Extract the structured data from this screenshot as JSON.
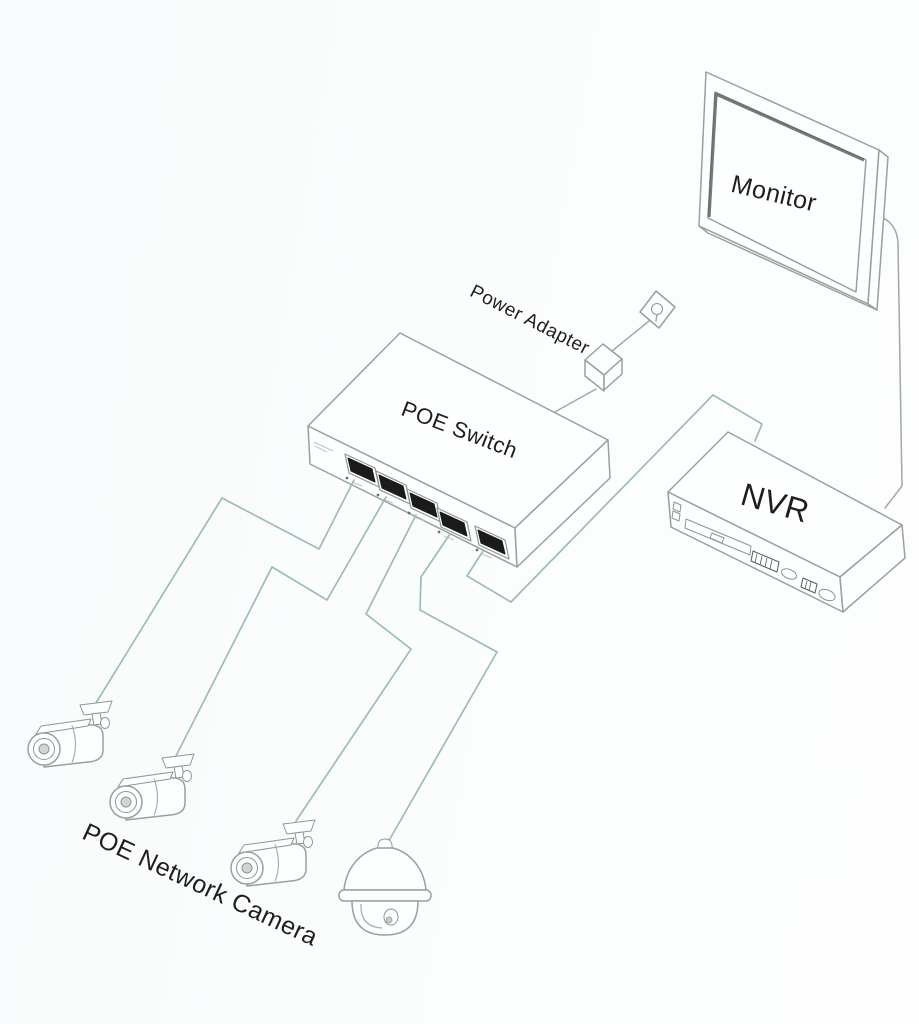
{
  "diagram": {
    "labels": {
      "monitor": "Monitor",
      "power_adapter": "Power Adapter",
      "poe_switch": "POE Switch",
      "nvr": "NVR",
      "poe_network_camera": "POE Network Camera"
    },
    "devices": [
      {
        "id": "monitor",
        "label": "Monitor"
      },
      {
        "id": "wall-outlet"
      },
      {
        "id": "power-adapter",
        "label": "Power Adapter"
      },
      {
        "id": "poe-switch",
        "label": "POE Switch",
        "ports": 5
      },
      {
        "id": "nvr",
        "label": "NVR"
      },
      {
        "id": "poe-network-cameras",
        "label": "POE Network Camera",
        "bullet_count": 3,
        "dome_count": 1
      }
    ],
    "connections": [
      {
        "from": "poe-switch port 1",
        "to": "bullet-camera-1",
        "cable": "ethernet"
      },
      {
        "from": "poe-switch port 2",
        "to": "bullet-camera-2",
        "cable": "ethernet"
      },
      {
        "from": "poe-switch port 3",
        "to": "bullet-camera-3",
        "cable": "ethernet"
      },
      {
        "from": "poe-switch port 4",
        "to": "dome-camera",
        "cable": "ethernet"
      },
      {
        "from": "poe-switch port 5",
        "to": "nvr",
        "cable": "ethernet"
      },
      {
        "from": "wall-outlet",
        "to": "power-adapter",
        "cable": "power"
      },
      {
        "from": "power-adapter",
        "to": "poe-switch",
        "cable": "power"
      },
      {
        "from": "nvr",
        "to": "monitor",
        "cable": "video"
      }
    ],
    "colors": {
      "ethernet_cable": "#9cbcb7",
      "outline": "#98a0a0",
      "power_cable": "#a3a8a8",
      "port_fill": "#1b1b1b",
      "text": "#1e1e1e",
      "background": "#fafcfc"
    }
  }
}
